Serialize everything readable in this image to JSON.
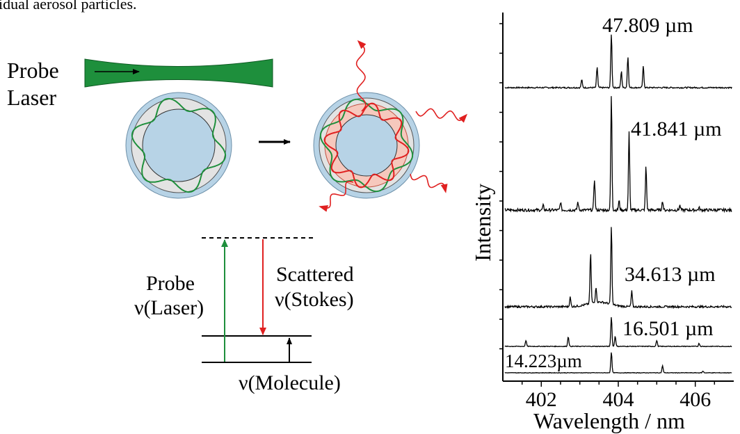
{
  "caption_fragment": "idual aerosol particles.",
  "probe_laser": {
    "line1": "Probe",
    "line2": "Laser"
  },
  "energy_diagram": {
    "probe_label_line1": "Probe",
    "probe_label_line2": "ν(Laser)",
    "scattered_label_line1": "Scattered",
    "scattered_label_line2": "ν(Stokes)",
    "molecule_label": "ν(Molecule)"
  },
  "colors": {
    "laser_green": "#1e8f3c",
    "mode_green": "#1e8f3c",
    "stokes_red": "#e02020",
    "droplet_outer": "#b7d3e6",
    "droplet_ring": "#e3e3e3",
    "stokes_shell": "#f6c8bd"
  },
  "spectra": {
    "ylabel": "Intensity",
    "xlabel": "Wavelength / nm",
    "x_ticks": [
      "402",
      "404",
      "406"
    ],
    "traces": [
      {
        "label": "47.809 µm"
      },
      {
        "label": "41.841 µm"
      },
      {
        "label": "34.613 µm"
      },
      {
        "label": "16.501 µm"
      },
      {
        "label": "14.223µm"
      }
    ]
  },
  "chart_data": {
    "type": "line",
    "xlabel": "Wavelength / nm",
    "ylabel": "Intensity",
    "xlim": [
      401,
      407
    ],
    "x_ticks": [
      402,
      404,
      406
    ],
    "series": [
      {
        "name": "47.809 µm",
        "peaks": [
          [
            403.05,
            0.15
          ],
          [
            403.45,
            0.38
          ],
          [
            403.82,
            1.0
          ],
          [
            404.08,
            0.3
          ],
          [
            404.25,
            0.57
          ],
          [
            404.65,
            0.4
          ]
        ]
      },
      {
        "name": "41.841 µm",
        "peaks": [
          [
            402.05,
            0.04
          ],
          [
            402.5,
            0.07
          ],
          [
            402.95,
            0.07
          ],
          [
            403.38,
            0.27
          ],
          [
            403.82,
            1.0
          ],
          [
            404.02,
            0.08
          ],
          [
            404.28,
            0.68
          ],
          [
            404.72,
            0.38
          ],
          [
            405.15,
            0.08
          ],
          [
            405.6,
            0.04
          ],
          [
            406.1,
            0.02
          ]
        ]
      },
      {
        "name": "34.613 µm",
        "peaks": [
          [
            402.75,
            0.12
          ],
          [
            403.28,
            0.65
          ],
          [
            403.42,
            0.2
          ],
          [
            403.82,
            1.0
          ],
          [
            404.35,
            0.2
          ]
        ]
      },
      {
        "name": "16.501 µm",
        "peaks": [
          [
            401.6,
            0.2
          ],
          [
            402.7,
            0.33
          ],
          [
            403.82,
            1.0
          ],
          [
            403.92,
            0.35
          ],
          [
            405.0,
            0.2
          ],
          [
            406.1,
            0.1
          ]
        ]
      },
      {
        "name": "14.223µm",
        "peaks": [
          [
            403.82,
            1.0
          ],
          [
            405.15,
            0.35
          ],
          [
            406.2,
            0.08
          ]
        ]
      }
    ]
  }
}
